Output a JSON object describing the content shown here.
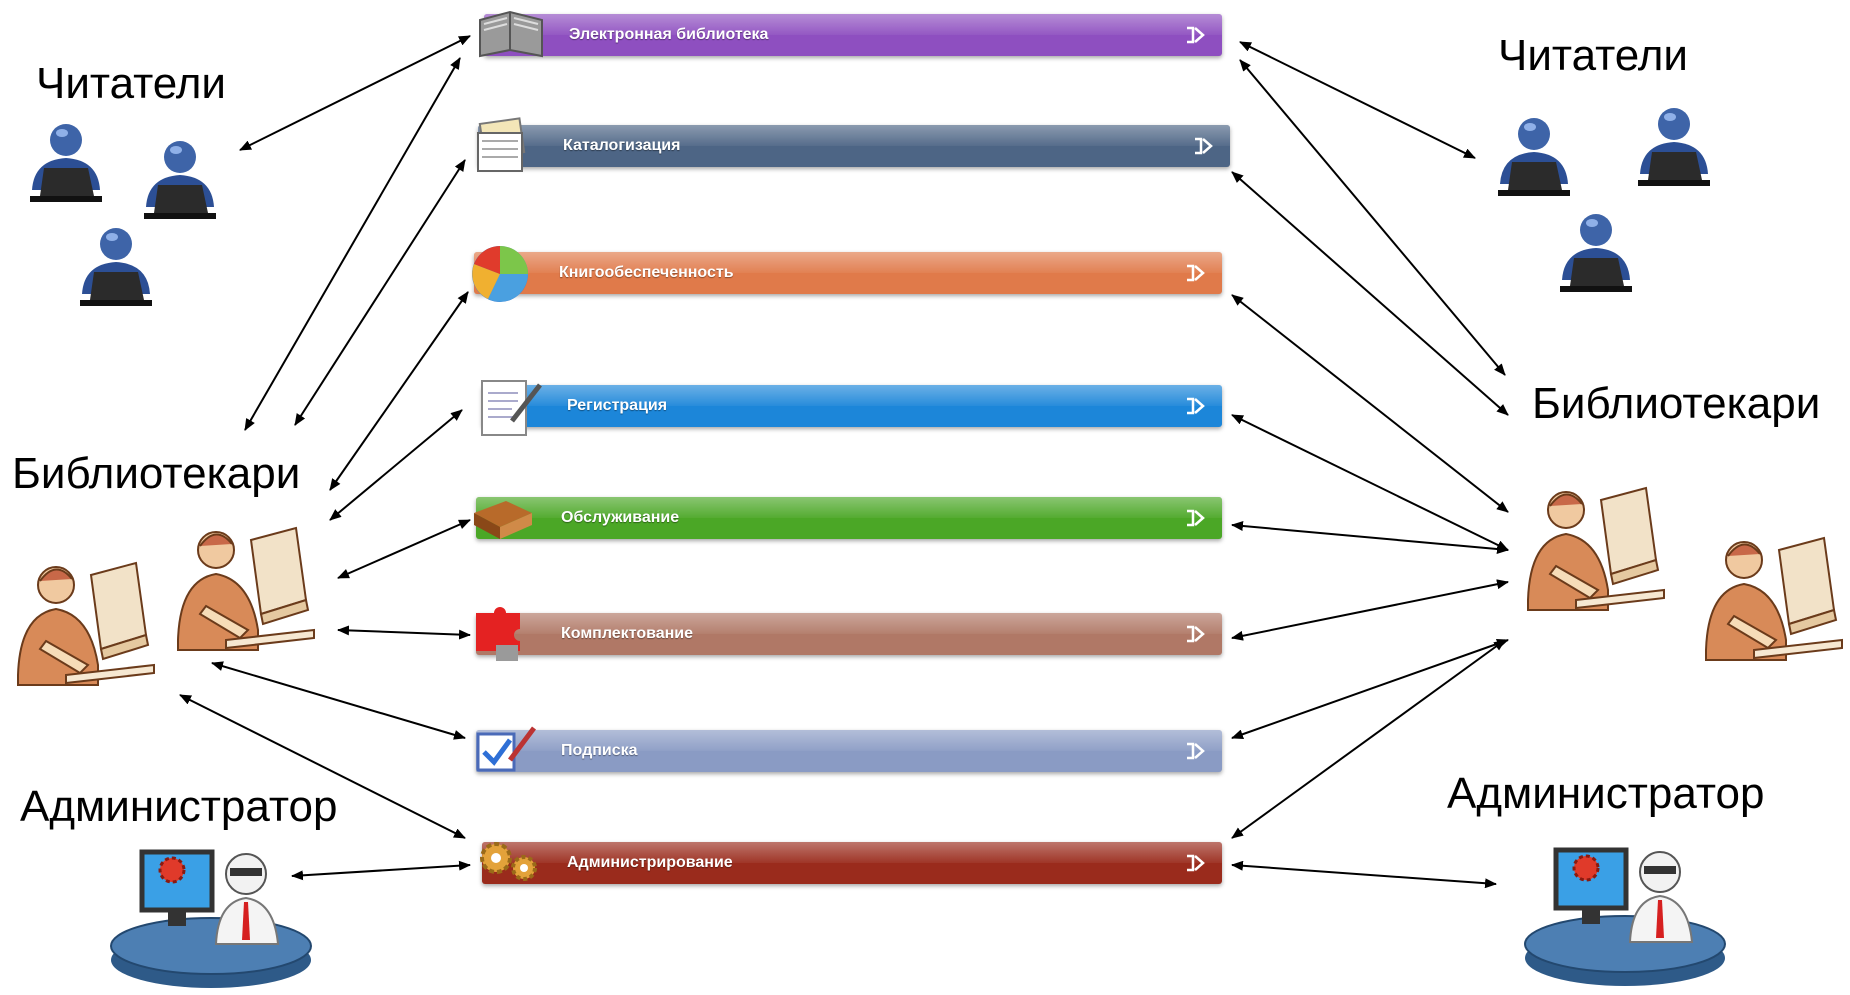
{
  "left": {
    "readers_label": "Читатели",
    "librarians_label": "Библиотекари",
    "admin_label": "Администратор"
  },
  "right": {
    "readers_label": "Читатели",
    "librarians_label": "Библиотекари",
    "admin_label": "Администратор"
  },
  "modules": [
    {
      "label": "Электронная библиотека",
      "color": "#8e4fc0",
      "icon": "book-icon"
    },
    {
      "label": "Каталогизация",
      "color": "#4d6585",
      "icon": "card-catalog-icon"
    },
    {
      "label": "Книгообеспеченность",
      "color": "#e07a4a",
      "icon": "pie-chart-icon"
    },
    {
      "label": "Регистрация",
      "color": "#1c86d9",
      "icon": "registration-form-icon"
    },
    {
      "label": "Обслуживание",
      "color": "#4ba726",
      "icon": "books-stack-icon"
    },
    {
      "label": "Комплектование",
      "color": "#b07866",
      "icon": "puzzle-icon"
    },
    {
      "label": "Подписка",
      "color": "#8a9bc4",
      "icon": "checkbox-pen-icon"
    },
    {
      "label": "Администрирование",
      "color": "#9a2b1c",
      "icon": "gears-icon"
    }
  ]
}
